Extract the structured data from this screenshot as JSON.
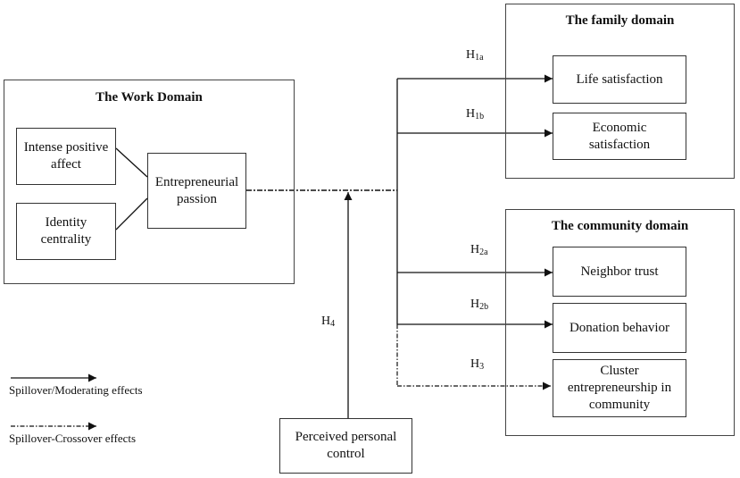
{
  "work_domain": {
    "title": "The Work Domain",
    "intense_affect": "Intense positive\naffect",
    "identity": "Identity\ncentrality",
    "passion": "Entrepreneurial\npassion"
  },
  "family_domain": {
    "title": "The family domain",
    "life": "Life satisfaction",
    "economic": "Economic\nsatisfaction"
  },
  "community_domain": {
    "title": "The community domain",
    "neighbor": "Neighbor trust",
    "donation": "Donation behavior",
    "cluster": "Cluster\nentrepreneurship in\ncommunity"
  },
  "control": "Perceived personal\ncontrol",
  "hypotheses": {
    "h1a": {
      "main": "H",
      "sub": "1a"
    },
    "h1b": {
      "main": "H",
      "sub": "1b"
    },
    "h2a": {
      "main": "H",
      "sub": "2a"
    },
    "h2b": {
      "main": "H",
      "sub": "2b"
    },
    "h3": {
      "main": "H",
      "sub": "3"
    },
    "h4": {
      "main": "H",
      "sub": "4"
    }
  },
  "legend": {
    "solid": "Spillover/Moderating effects",
    "dashed": "Spillover-Crossover effects"
  }
}
